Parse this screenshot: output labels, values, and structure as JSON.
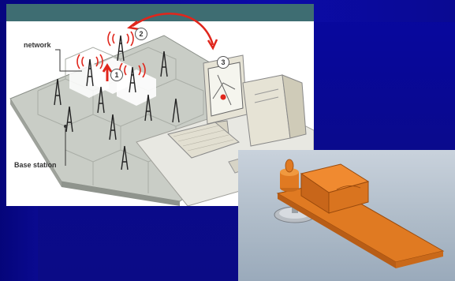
{
  "diagram": {
    "labels": {
      "network": "network",
      "base_station": "Base station"
    },
    "steps": [
      "1",
      "2",
      "3"
    ]
  },
  "colors": {
    "slide_background": "#0a0a90",
    "header_strip": "#3e6d72",
    "signal_red": "#e0261c",
    "device_orange": "#e07a22",
    "ground_gray": "#c8ccc6"
  },
  "icons": [
    "tower-icon",
    "computer-icon",
    "keyboard-icon",
    "signal-waves-icon",
    "arrow-icon",
    "device-icon"
  ]
}
